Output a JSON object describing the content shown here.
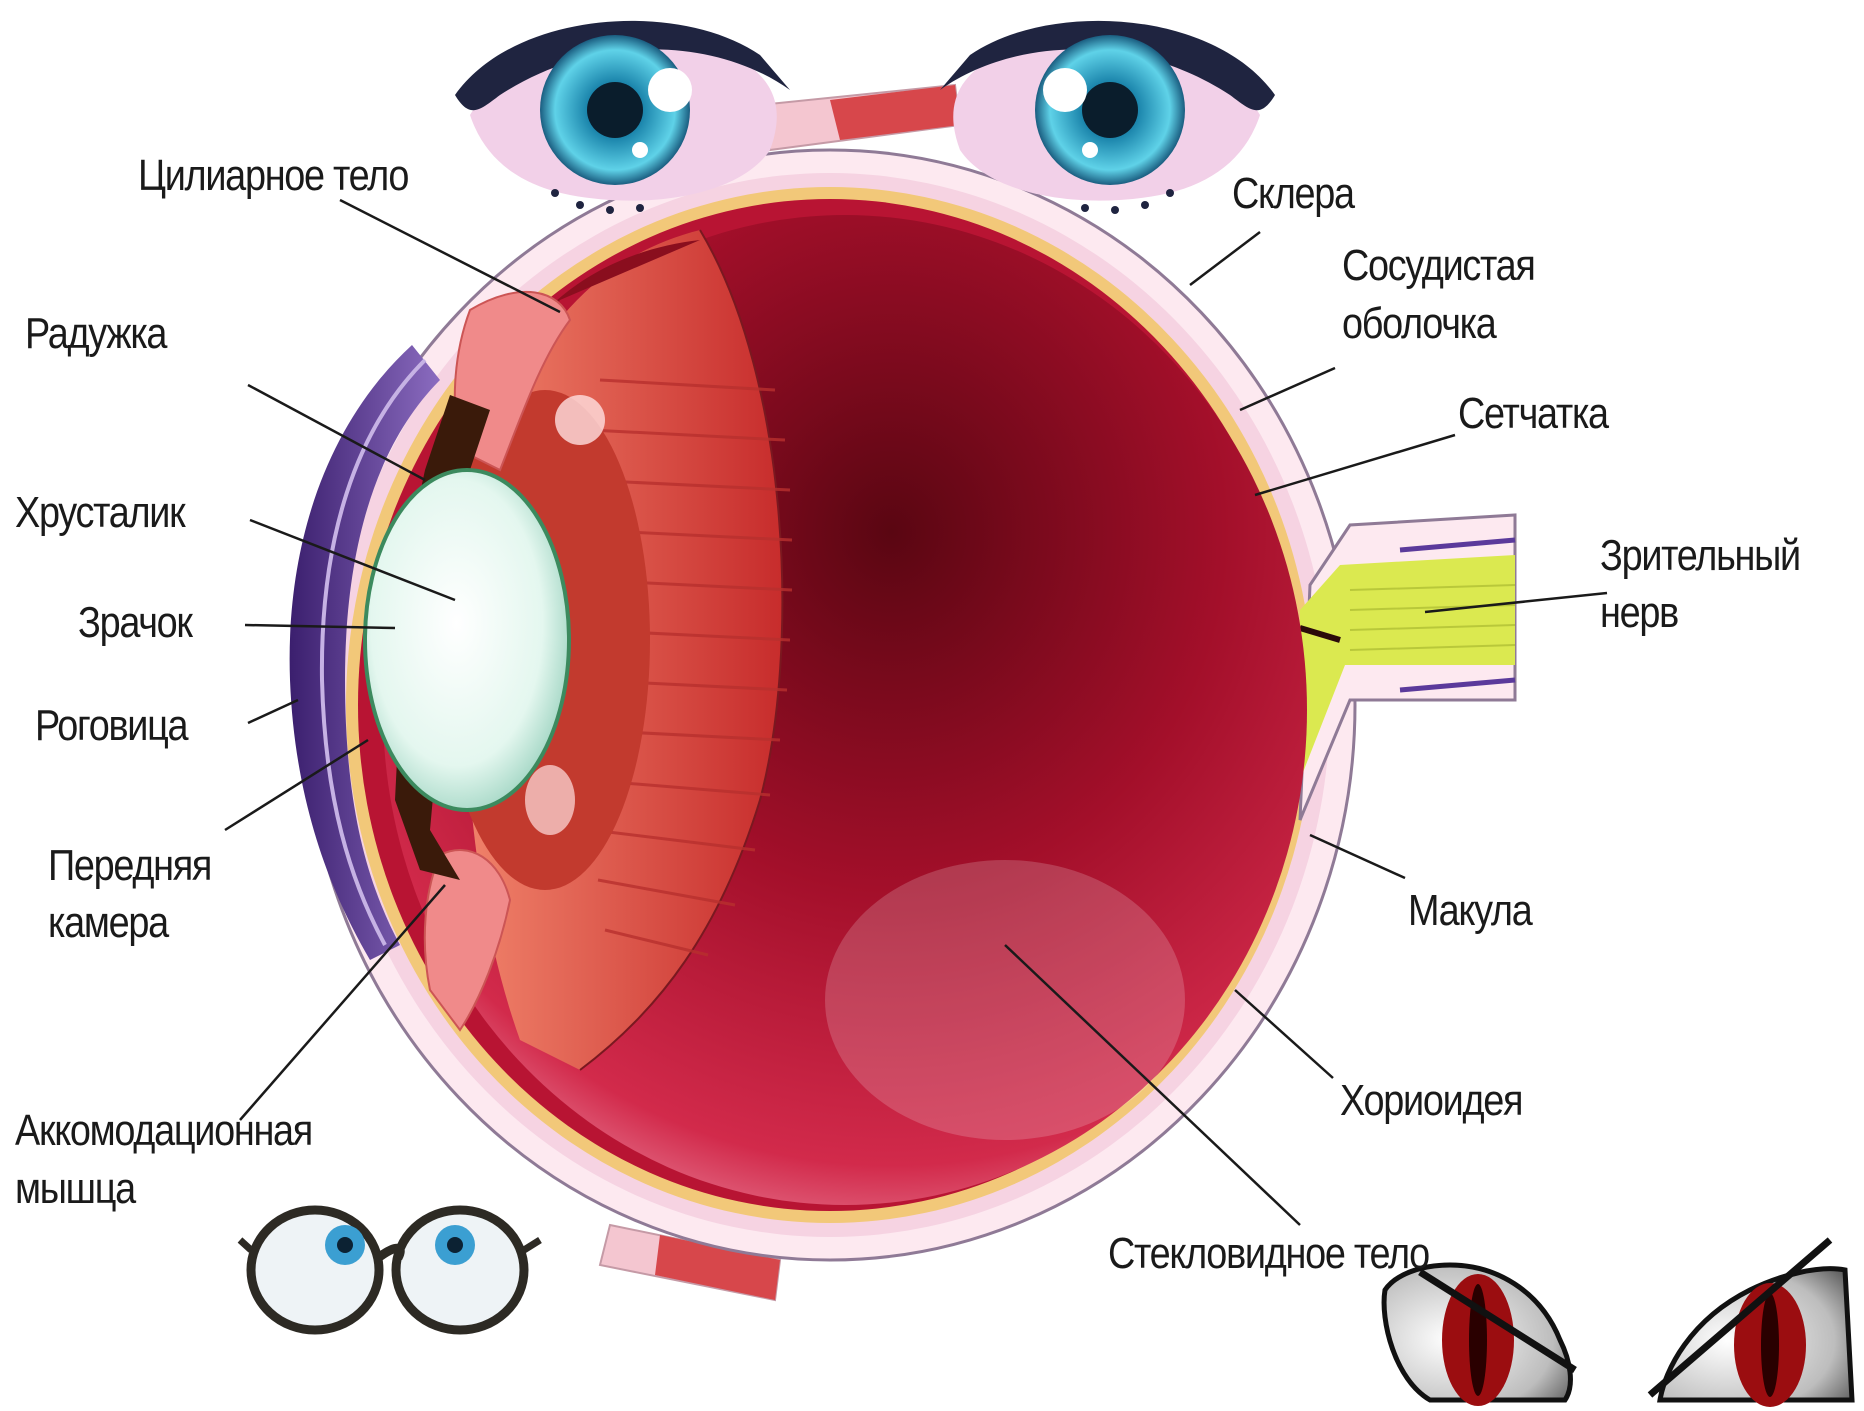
{
  "labels": {
    "ciliary_body": "Цилиарное тело",
    "sclera": "Склера",
    "vascular_1": "Сосудистая",
    "vascular_2": "оболочка",
    "retina": "Сетчатка",
    "iris": "Радужка",
    "lens": "Хрусталик",
    "pupil": "Зрачок",
    "cornea": "Роговица",
    "anterior_1": "Передняя",
    "anterior_2": "камера",
    "optic_1": "Зрительный",
    "optic_2": "нерв",
    "macula": "Макула",
    "choroid": "Хориоидея",
    "accommodation_1": "Аккомодационная",
    "accommodation_2": "мышца",
    "vitreous": "Стекловидное тело"
  },
  "colors": {
    "vitreous": "#c4143a",
    "vitreous_dark": "#5a0612",
    "ciliary": "#e45a48",
    "lens": "#eaf8f3",
    "cornea": "#5d3b93",
    "sclera": "#fbe7ee",
    "choroid": "#f2c879",
    "nerve": "#d9ec4a",
    "cartoon_iris": "#3fb6d8",
    "cat_iris": "#9b0d10"
  },
  "decorations": [
    "anime-eyes-top",
    "glasses-eyes-bottom-left",
    "red-cat-eyes-bottom-right"
  ]
}
